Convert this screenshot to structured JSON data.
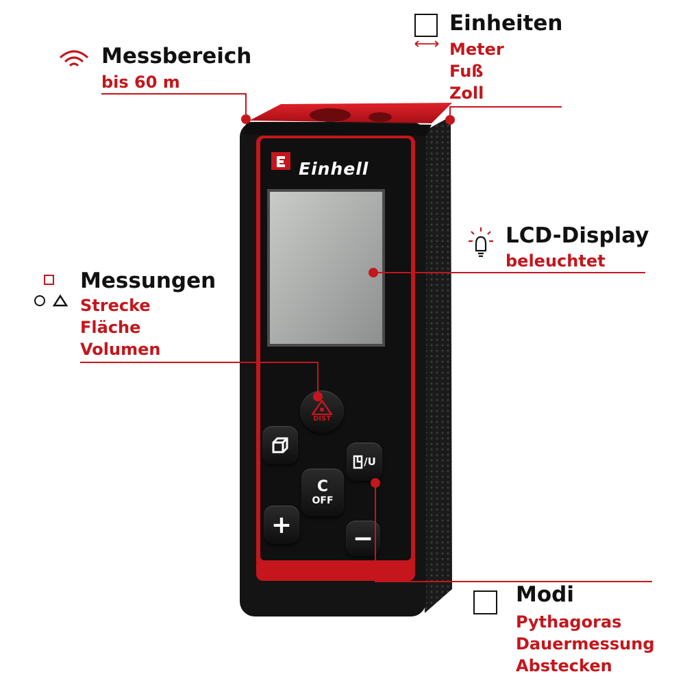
{
  "device": {
    "brand": "Einhell",
    "keys": {
      "dist": "DIST",
      "clear_main": "C",
      "clear_sub": "OFF",
      "mode": "/U",
      "plus": "+",
      "minus": "−"
    }
  },
  "callouts": {
    "range": {
      "title": "Messbereich",
      "lines": [
        "bis 60 m"
      ]
    },
    "units": {
      "title": "Einheiten",
      "lines": [
        "Meter",
        "Fuß",
        "Zoll"
      ]
    },
    "display": {
      "title": "LCD-Display",
      "lines": [
        "beleuchtet"
      ]
    },
    "measurements": {
      "title": "Messungen",
      "lines": [
        "Strecke",
        "Fläche",
        "Volumen"
      ]
    },
    "modes": {
      "title": "Modi",
      "lines": [
        "Pythagoras",
        "Dauermessung",
        "Abstecken"
      ]
    }
  },
  "colors": {
    "accent": "#c4161c",
    "body": "#141414",
    "text": "#111111"
  }
}
